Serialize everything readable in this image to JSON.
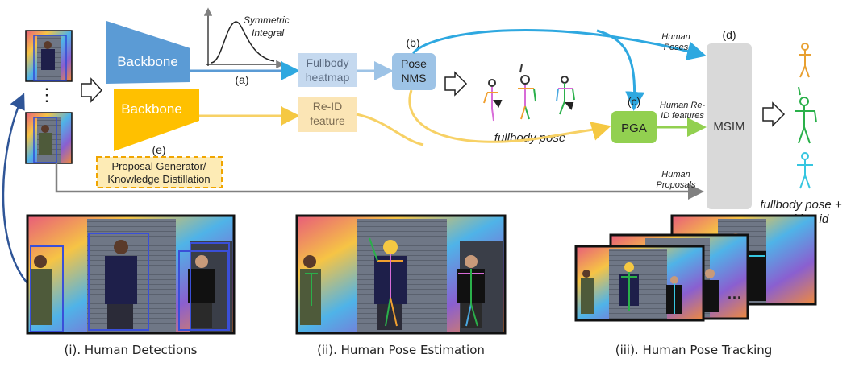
{
  "pipeline": {
    "backbone_label": "Backbone",
    "symmetric_integral_label": [
      "Symmetric",
      "Integral"
    ],
    "tag_a": "(a)",
    "tag_b": "(b)",
    "tag_c": "(c)",
    "tag_d": "(d)",
    "tag_e": "(e)",
    "fullbody_heatmap": [
      "Fullbody",
      "heatmap"
    ],
    "reid_feature": [
      "Re-ID",
      "feature"
    ],
    "pose_nms": [
      "Pose",
      "NMS"
    ],
    "pga": "PGA",
    "msim": "MSIM",
    "proposal_generator": [
      "Proposal Generator/",
      "Knowledge Distillation"
    ],
    "human_poses": [
      "Human",
      "Poses"
    ],
    "human_reid_features": [
      "Human Re-",
      "ID features"
    ],
    "human_proposals": [
      "Human",
      "Proposals"
    ],
    "fullbody_pose": "fullbody pose",
    "fullbody_pose_tracking": [
      "fullbody pose +",
      "tracking id"
    ],
    "vdots": "⋮",
    "ellipsis": "···"
  },
  "captions": {
    "detections": "(i). Human Detections",
    "pose_estimation": "(ii). Human Pose Estimation",
    "pose_tracking": "(iii). Human Pose Tracking"
  },
  "colors": {
    "blue_backbone": "#5b9bd5",
    "yellow_backbone": "#ffc000",
    "pose_nms": "#9dc3e6",
    "pga": "#92d050",
    "msim": "#d9d9d9",
    "heatmap_box": "#c5d9ef",
    "reid_box": "#fbe5b5",
    "blue_arrow": "#2ea8e0",
    "yellow_arrow": "#f7d165",
    "gray_arrow": "#808080"
  }
}
